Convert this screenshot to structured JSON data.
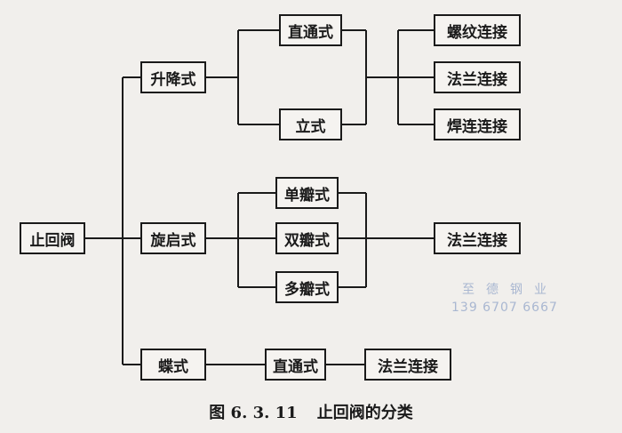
{
  "nodes": {
    "root": "止回阀",
    "lift": "升降式",
    "swing": "旋启式",
    "butterfly": "蝶式",
    "lift_straight": "直通式",
    "lift_vertical": "立式",
    "swing_single": "单瓣式",
    "swing_double": "双瓣式",
    "swing_multi": "多瓣式",
    "butterfly_straight": "直通式",
    "conn_thread": "螺纹连接",
    "conn_flange_1": "法兰连接",
    "conn_weld": "焊连连接",
    "conn_flange_2": "法兰连接",
    "conn_flange_3": "法兰连接"
  },
  "caption": {
    "number": "图 6. 3. 11",
    "title": "止回阀的分类"
  },
  "watermark": {
    "name": "至德钢业",
    "phone": "139 6707 6667"
  }
}
